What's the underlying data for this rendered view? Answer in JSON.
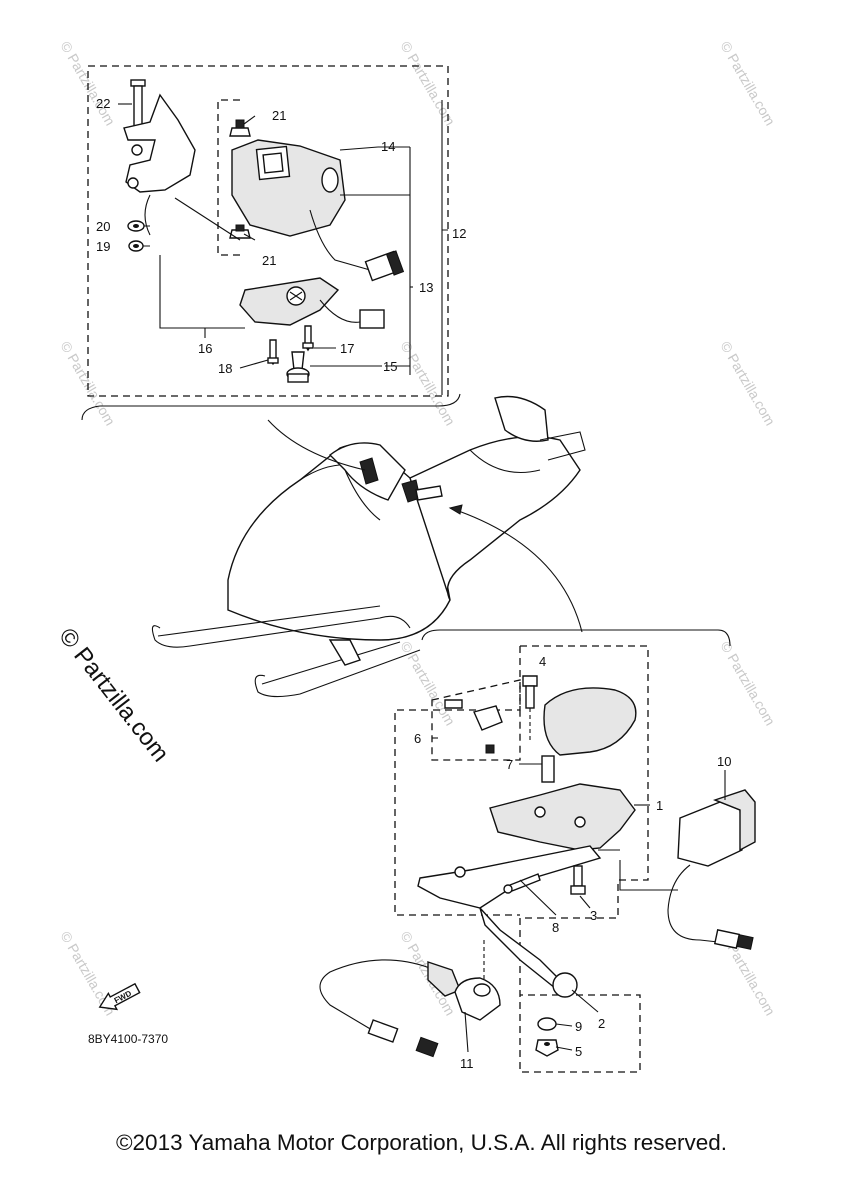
{
  "diagram": {
    "upper_callouts": [
      "22",
      "21",
      "14",
      "12",
      "20",
      "19",
      "21",
      "13",
      "16",
      "17",
      "18",
      "15"
    ],
    "lower_callouts": [
      "4",
      "6",
      "7",
      "1",
      "10",
      "3",
      "8",
      "2",
      "9",
      "5",
      "11"
    ],
    "watermark": "© Partzilla.com",
    "diagram_code": "8BY4100-7370",
    "fwd_label": "FWD",
    "footer": "©2013 Yamaha Motor Corporation, U.S.A. All rights reserved."
  }
}
